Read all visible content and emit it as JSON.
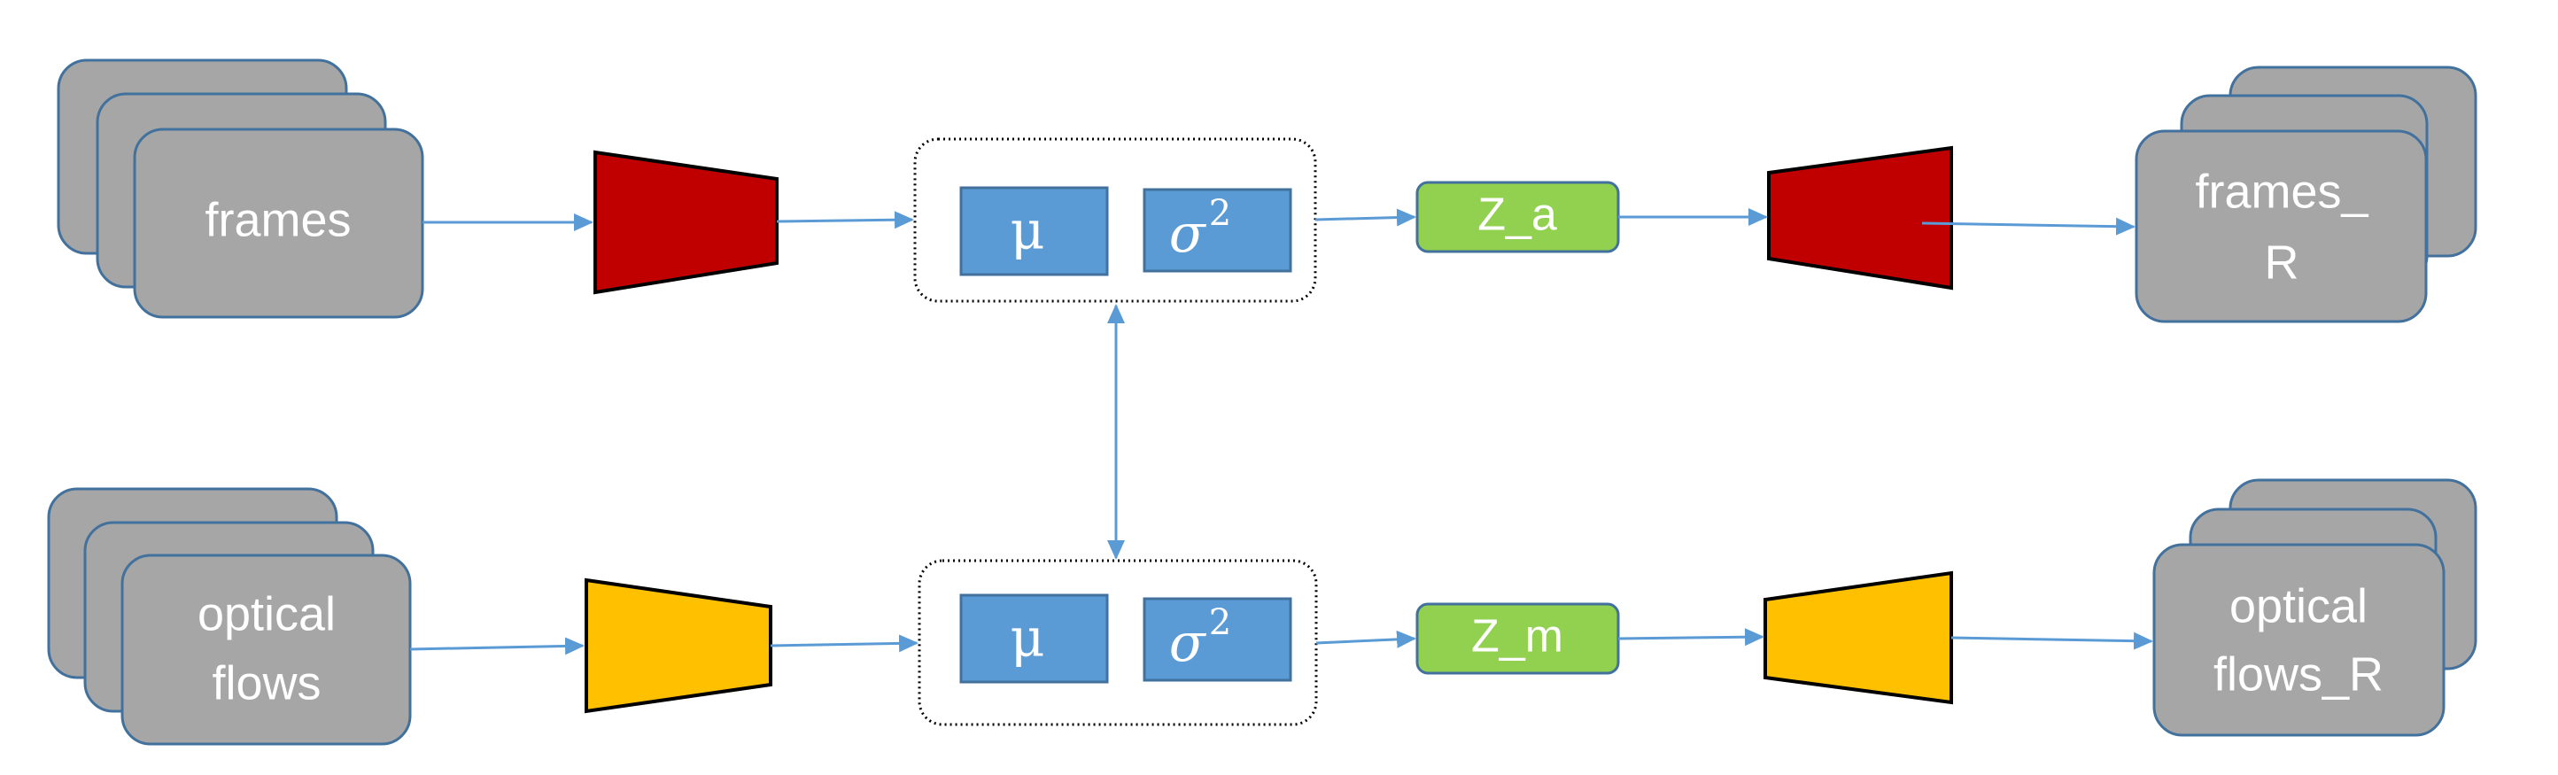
{
  "inputs": {
    "frames": "frames",
    "flows_line1": "optical",
    "flows_line2": "flows"
  },
  "outputs": {
    "frames_line1": "frames_",
    "frames_line2": "R",
    "flows_line1": "optical",
    "flows_line2": "flows_R"
  },
  "latent": {
    "mu": "μ",
    "sigma": "σ",
    "sigma_exp": "2",
    "z_a": "Z_a",
    "z_m": "Z_m"
  },
  "colors": {
    "appearance_encoder": "#c00000",
    "motion_encoder": "#ffc000",
    "param_box": "#5b9bd5",
    "latent_code": "#92d050",
    "data_stack": "#a6a6a6",
    "arrow": "#5b9bd5"
  }
}
